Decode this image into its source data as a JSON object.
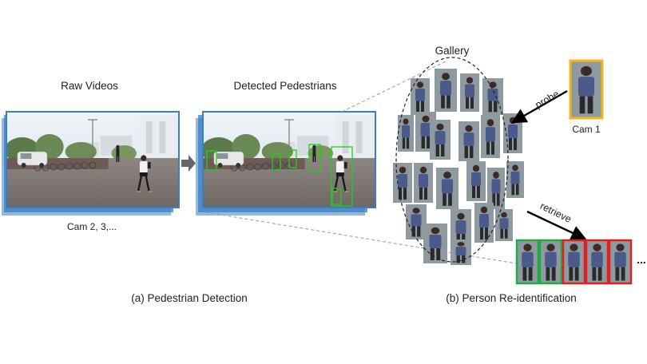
{
  "labels": {
    "raw_videos": "Raw Videos",
    "detected_pedestrians": "Detected Pedestrians",
    "gallery": "Gallery",
    "cam_probe": "Cam 1",
    "cam_raw": "Cam 2, 3,...",
    "probe": "probe",
    "retrieve": "retrieve",
    "ellipsis": "...",
    "caption_a": "(a) Pedestrian Detection",
    "caption_b": "(b) Person Re-identification"
  },
  "colors": {
    "frame_border": "#3a7fc1",
    "detection_box": "#22cc22",
    "probe_border": "#f5b41e",
    "match_correct": "#22aa44",
    "match_wrong": "#e02020",
    "arrow": "#666666"
  },
  "retrieval_results": [
    "correct",
    "correct",
    "wrong",
    "wrong",
    "wrong"
  ]
}
